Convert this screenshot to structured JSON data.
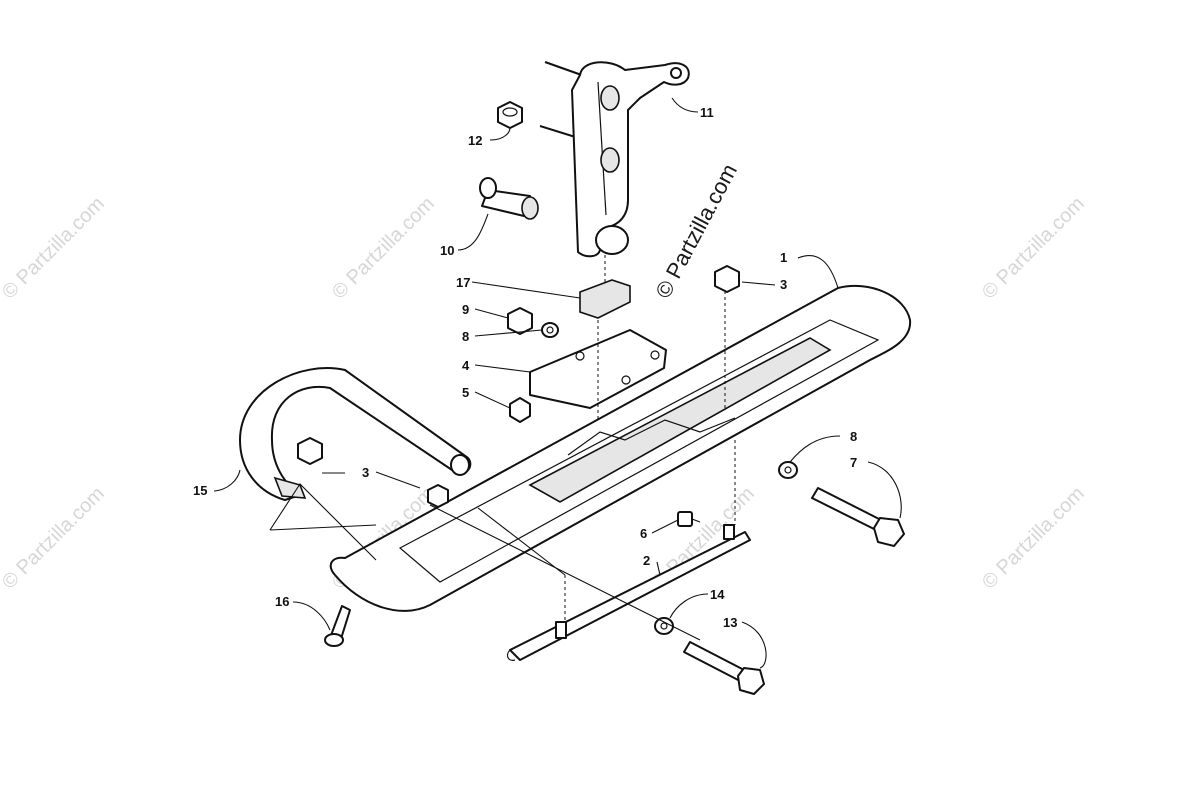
{
  "watermark": "© Partzilla.com",
  "main_watermark": "© Partzilla.com",
  "callouts": [
    {
      "id": "c1",
      "label": "1"
    },
    {
      "id": "c2",
      "label": "2"
    },
    {
      "id": "c3a",
      "label": "3"
    },
    {
      "id": "c3b",
      "label": "3"
    },
    {
      "id": "c4",
      "label": "4"
    },
    {
      "id": "c5",
      "label": "5"
    },
    {
      "id": "c6",
      "label": "6"
    },
    {
      "id": "c7",
      "label": "7"
    },
    {
      "id": "c8a",
      "label": "8"
    },
    {
      "id": "c8b",
      "label": "8"
    },
    {
      "id": "c9",
      "label": "9"
    },
    {
      "id": "c10",
      "label": "10"
    },
    {
      "id": "c11",
      "label": "11"
    },
    {
      "id": "c12",
      "label": "12"
    },
    {
      "id": "c13",
      "label": "13"
    },
    {
      "id": "c14",
      "label": "14"
    },
    {
      "id": "c15",
      "label": "15"
    },
    {
      "id": "c16",
      "label": "16"
    },
    {
      "id": "c17",
      "label": "17"
    }
  ]
}
